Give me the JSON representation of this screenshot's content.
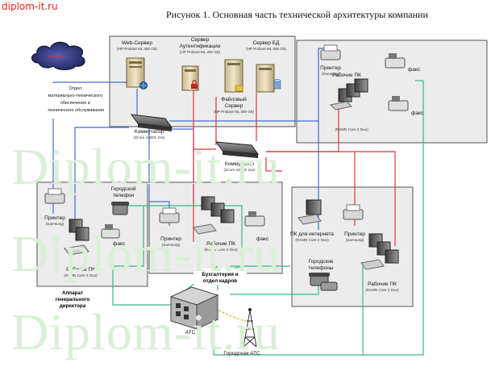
{
  "watermark_top": "diplom-it.ru",
  "figure_title": "Рисунок 1. Основная часть технической архитектуры компании",
  "watermark_text": "Diplom-it.ru",
  "cloud_label": "Интернет",
  "servers": {
    "web": {
      "title": "Web-Сервер",
      "model": "(HP Proliant ML 350 G5)"
    },
    "auth": {
      "title": "Сервер Аутентификации",
      "model": "(HP Proliant ML 350 G5)"
    },
    "db": {
      "title": "Сервер БД",
      "model": "(HP Proliant ML 350 G5)"
    },
    "file": {
      "title": "Файловый Сервер",
      "model": "(HP Proliant ML 350 G5)"
    }
  },
  "switches": {
    "sw1": {
      "title": "Коммутатор",
      "model": "(3Com 4200G 24x)"
    },
    "sw2": {
      "title": "Коммутатор",
      "model": "(3Com 4200G 24x)"
    }
  },
  "it_dept_label": "Отдел материально-технического обеспечения и технического обслуживания",
  "rooms": {
    "top_right": {
      "printer": "Принтер",
      "printer_model": "(Samsung)",
      "pcs": "Рабочие ПК",
      "pcs_model": "(RAMN Core 2 Duo)",
      "fax1": "факс",
      "fax2": "факс"
    },
    "director": {
      "printer": "Принтер",
      "printer_model": "(Samsung)",
      "phone": "Городской телефон",
      "fax": "факс",
      "pc": "Рабочее ПК",
      "pc_model": "(RAMN Core 2 Duo)",
      "label": "Аппарат генерального директора"
    },
    "accounting": {
      "printer": "Принтер",
      "printer_model": "(Samsung)",
      "pcs": "Рабочие ПК",
      "pcs_model": "(RAMN Core 2 Duo)",
      "fax": "факс",
      "label": "Бухгалтерия и отдел кадров"
    },
    "bottom_right": {
      "pc_internet": "ПК для интернета",
      "pc_internet_model": "(RAMN Core 2 Duo)",
      "printer": "Принтер",
      "printer_model": "(Samsung)",
      "phones": "Городские телефоны",
      "pcs": "Рабочие ПК",
      "pcs_model": "(RAMN Core 2 Duo)"
    }
  },
  "ats_label": "АТС",
  "city_ats_label": "Городская АТС",
  "colors": {
    "blue_line": "#3f6fd0",
    "red_line": "#e0353a",
    "green_line": "#3bb58a",
    "room_fill": "#ececec"
  }
}
